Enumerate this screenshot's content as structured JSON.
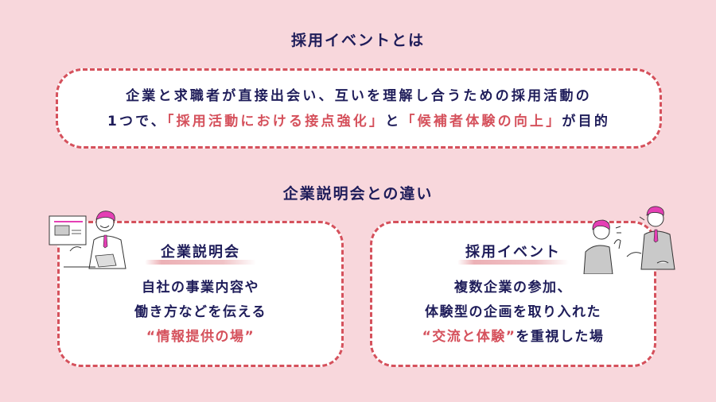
{
  "heading": "採用イベントとは",
  "intro": {
    "line1": "企業と求職者が直接出会い、互いを理解し合うための採用活動の",
    "line2_prefix": "1つで、",
    "line2_highlight1": "「採用活動における接点強化」",
    "line2_mid": "と",
    "line2_highlight2": "「候補者体験の向上」",
    "line2_suffix": "が目的"
  },
  "comparison_heading": "企業説明会との違い",
  "cards": [
    {
      "title": "企業説明会",
      "line1": "自社の事業内容や",
      "line2": "働き方などを伝える",
      "highlight": "“情報提供の場”",
      "illustration": "presenter-illustration"
    },
    {
      "title": "採用イベント",
      "line1": "複数企業の参加、",
      "line2": "体験型の企画を取り入れた",
      "highlight": "“交流と体験”",
      "suffix": "を重視した場",
      "illustration": "handshake-illustration"
    }
  ],
  "colors": {
    "background": "#f8d7dc",
    "navy": "#1f1d5a",
    "accent_red": "#d5515c",
    "hair_pink": "#e43fb4",
    "suit_gray": "#c9c9c9"
  }
}
